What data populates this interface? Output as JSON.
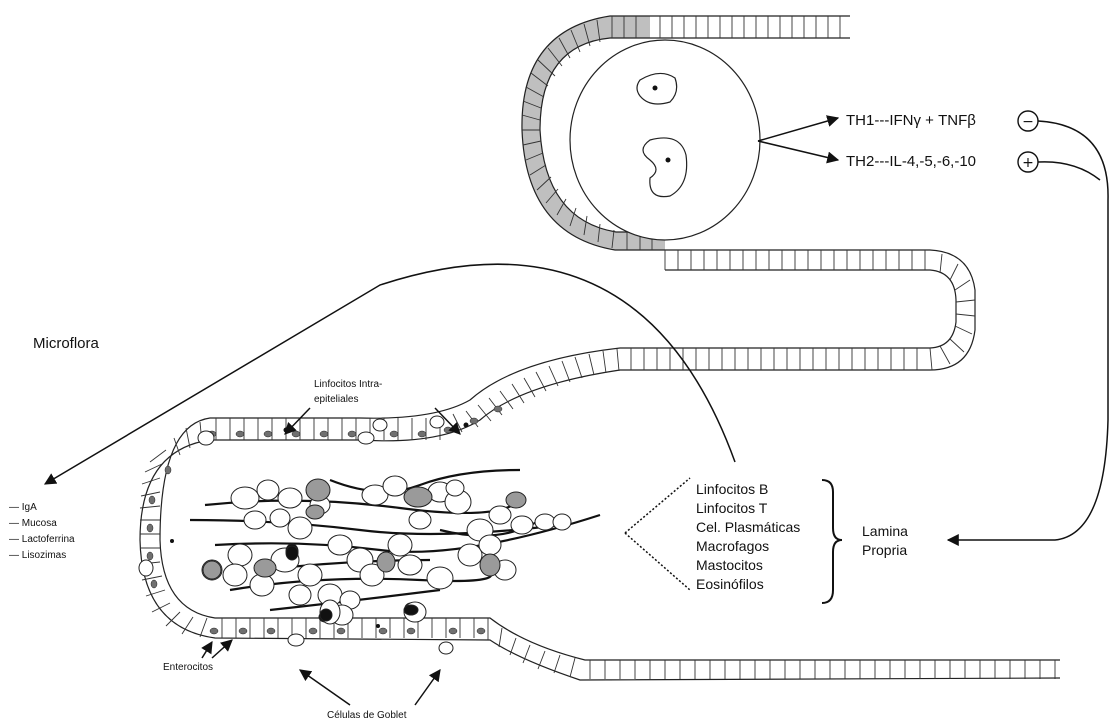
{
  "th_responses": {
    "th1": "TH1---IFNγ + TNFβ",
    "th2": "TH2---IL-4,-5,-6,-10",
    "th1_sign": "−",
    "th2_sign": "+"
  },
  "microflora": "Microflora",
  "barrier_factors": [
    "— IgA",
    "— Mucosa",
    "— Lactoferrina",
    "— Lisozimas"
  ],
  "intraepithelial_label": [
    "Linfocitos Intra-",
    "epiteliales"
  ],
  "enterocitos_label": "Enterocitos",
  "goblet_label": "Células de Goblet",
  "lamina_cells": [
    "Linfocitos B",
    "Linfocitos T",
    "Cel. Plasmáticas",
    "Macrofagos",
    "Mastocitos",
    "Eosinófilos"
  ],
  "lamina_propria": [
    "Lamina",
    "Propria"
  ]
}
